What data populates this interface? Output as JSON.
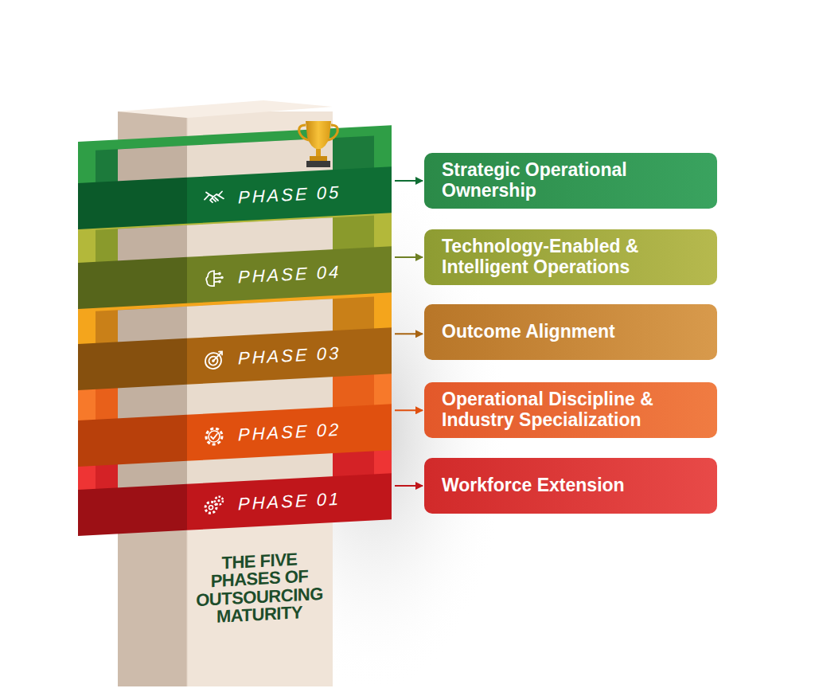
{
  "diagram": {
    "title": "THE FIVE PHASES OF OUTSOURCING MATURITY",
    "nodes": [
      {
        "text": [
          "PHASE 05"
        ]
      },
      {
        "text": [
          "Strategic Operational Ownership"
        ]
      },
      {
        "text": [
          "PHASE 04"
        ]
      },
      {
        "text": [
          "Technology-Enabled & Intelligent Operations"
        ]
      },
      {
        "text": [
          "PHASE 03"
        ]
      },
      {
        "text": [
          "Outcome Alignment"
        ]
      },
      {
        "text": [
          "PHASE 02"
        ]
      },
      {
        "text": [
          "Operational Discipline & Industry Specialization"
        ]
      },
      {
        "text": [
          "PHASE 01"
        ]
      },
      {
        "text": [
          "Workforce Extension"
        ]
      }
    ],
    "edges": [
      {
        "from": 0,
        "to": 1,
        "arrow": "to"
      },
      {
        "from": 2,
        "to": 3,
        "arrow": "to"
      },
      {
        "from": 4,
        "to": 5,
        "arrow": "to"
      },
      {
        "from": 6,
        "to": 7,
        "arrow": "to"
      },
      {
        "from": 8,
        "to": 9,
        "arrow": "to"
      }
    ]
  }
}
